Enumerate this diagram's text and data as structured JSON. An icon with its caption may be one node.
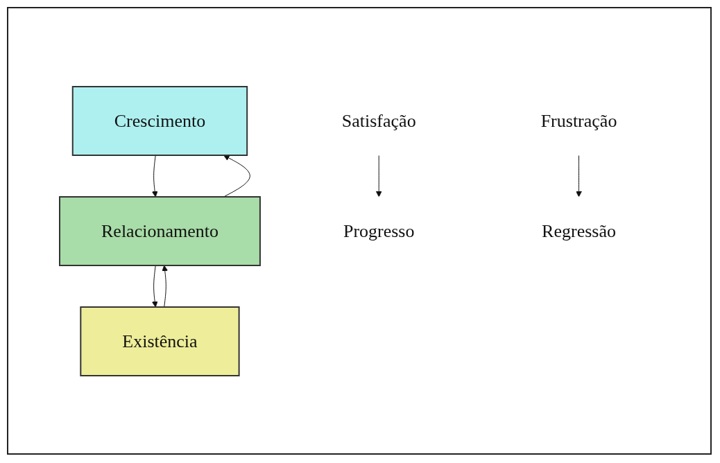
{
  "diagram": {
    "nodes": [
      {
        "text": [
          "Crescimento"
        ]
      },
      {
        "text": [
          "Relacionamento"
        ]
      },
      {
        "text": [
          "Existência"
        ]
      },
      {
        "text": [
          "Satisfação"
        ]
      },
      {
        "text": [
          "Progresso"
        ]
      },
      {
        "text": [
          "Frustração"
        ]
      },
      {
        "text": [
          "Regressão"
        ]
      }
    ],
    "edges": [
      {
        "from": 0,
        "to": 1,
        "arrow": "to"
      },
      {
        "from": 1,
        "to": 2,
        "arrow": "to"
      },
      {
        "from": 2,
        "to": 1,
        "arrow": "to"
      },
      {
        "from": 1,
        "to": 0,
        "arrow": "to"
      },
      {
        "from": 3,
        "to": 4,
        "arrow": "to"
      },
      {
        "from": 5,
        "to": 6,
        "arrow": "to"
      }
    ]
  }
}
